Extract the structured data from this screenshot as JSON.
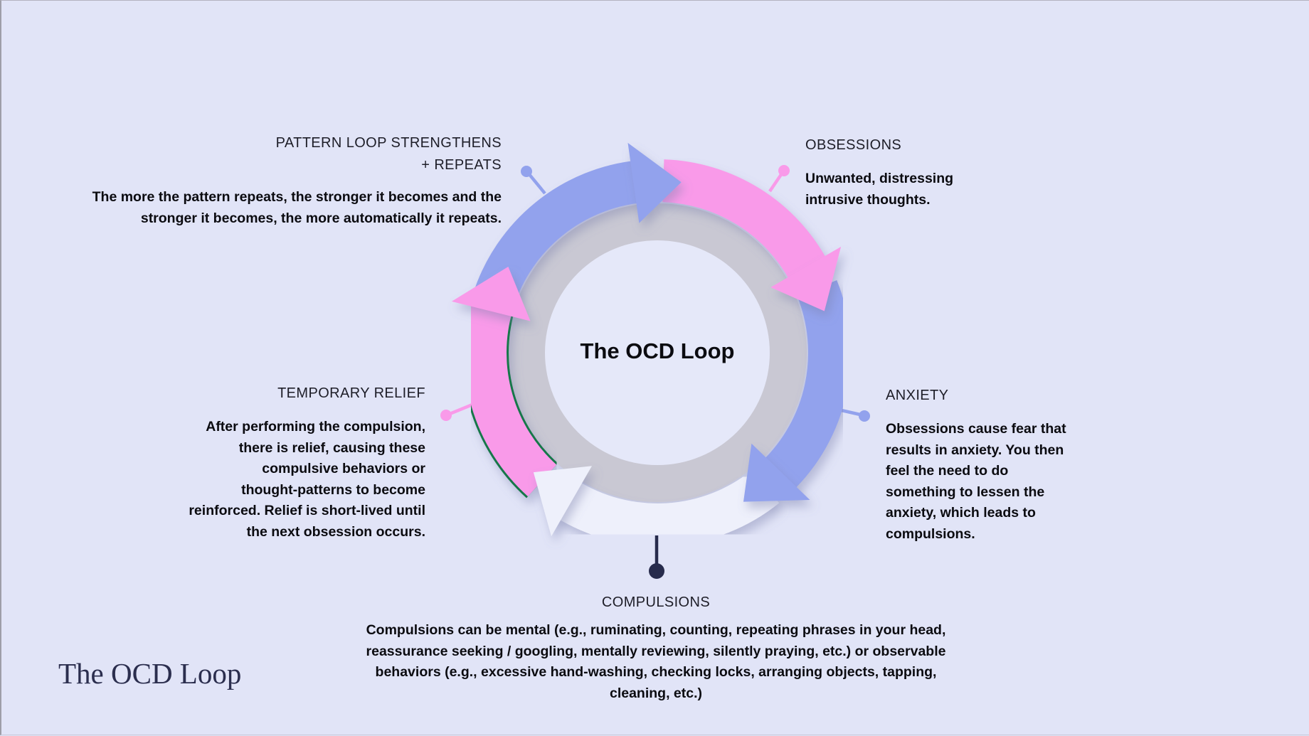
{
  "colors": {
    "background": "#e1e4f7",
    "blue": "#92a2ed",
    "pink": "#f99ae9",
    "white_arrow": "#eef0fb",
    "ring_gray": "#c9c8d3",
    "inner_circle": "#e5e8f9",
    "green_edge": "#15774a",
    "navy_pin": "#272b4c",
    "heading_text": "#1e1e28",
    "body_text": "#0b0b10"
  },
  "center": {
    "title": "The OCD Loop"
  },
  "footer": {
    "title": "The OCD Loop"
  },
  "stages": {
    "pattern": {
      "label": "PATTERN LOOP STRENGTHENS\n+ REPEATS",
      "description": "The more the pattern repeats, the stronger it becomes and the\nstronger it becomes, the more automatically it repeats."
    },
    "obsessions": {
      "label": "OBSESSIONS",
      "description": "Unwanted, distressing\nintrusive thoughts."
    },
    "anxiety": {
      "label": "ANXIETY",
      "description": "Obsessions cause fear that\nresults in anxiety. You then\nfeel the need to do\nsomething to lessen the\nanxiety, which leads to\ncompulsions."
    },
    "relief": {
      "label": "TEMPORARY RELIEF",
      "description": "After performing the compulsion,\nthere is relief, causing these\ncompulsive behaviors or\nthought-patterns to become\nreinforced. Relief is short-lived until\nthe next obsession occurs."
    },
    "compulsions": {
      "label": "COMPULSIONS",
      "description": "Compulsions can be mental (e.g., ruminating, counting, repeating phrases in your head,\nreassurance seeking / googling, mentally reviewing, silently praying, etc.) or observable\nbehaviors (e.g., excessive hand-washing, checking locks, arranging objects, tapping,\ncleaning, etc.)"
    }
  },
  "loop": {
    "direction": "clockwise",
    "segments": [
      {
        "from": "pattern",
        "to": "obsessions",
        "color_key": "blue"
      },
      {
        "from": "obsessions",
        "to": "anxiety",
        "color_key": "pink"
      },
      {
        "from": "anxiety",
        "to": "compulsions",
        "color_key": "blue"
      },
      {
        "from": "compulsions",
        "to": "relief",
        "color_key": "white_arrow"
      },
      {
        "from": "relief",
        "to": "pattern",
        "color_key": "pink"
      }
    ]
  }
}
